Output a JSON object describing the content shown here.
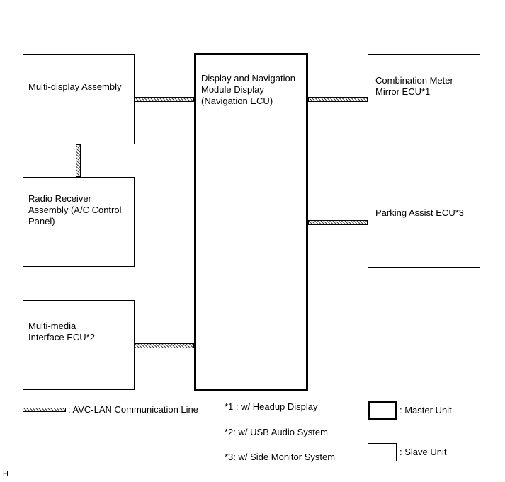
{
  "diagram": {
    "master": {
      "label": "Display and Navigation\nModule Display\n(Navigation ECU)"
    },
    "slaves": {
      "multi_display": {
        "label": "Multi-display Assembly"
      },
      "radio_receiver": {
        "label": "Radio Receiver\nAssembly (A/C Control\nPanel)"
      },
      "multi_media": {
        "label": "Multi-media\nInterface ECU*2"
      },
      "combination_meter": {
        "label": "Combination Meter\nMirror ECU*1"
      },
      "parking_assist": {
        "label": "Parking Assist ECU*3"
      }
    }
  },
  "legend": {
    "avc_lan": ": AVC-LAN Communication Line",
    "master_unit": ": Master Unit",
    "slave_unit": ": Slave Unit"
  },
  "footnotes": {
    "note1": "*1 : w/ Headup Display",
    "note2": "*2: w/ USB Audio System",
    "note3": "*3: w/ Side Monitor System"
  },
  "corner_mark": "H"
}
